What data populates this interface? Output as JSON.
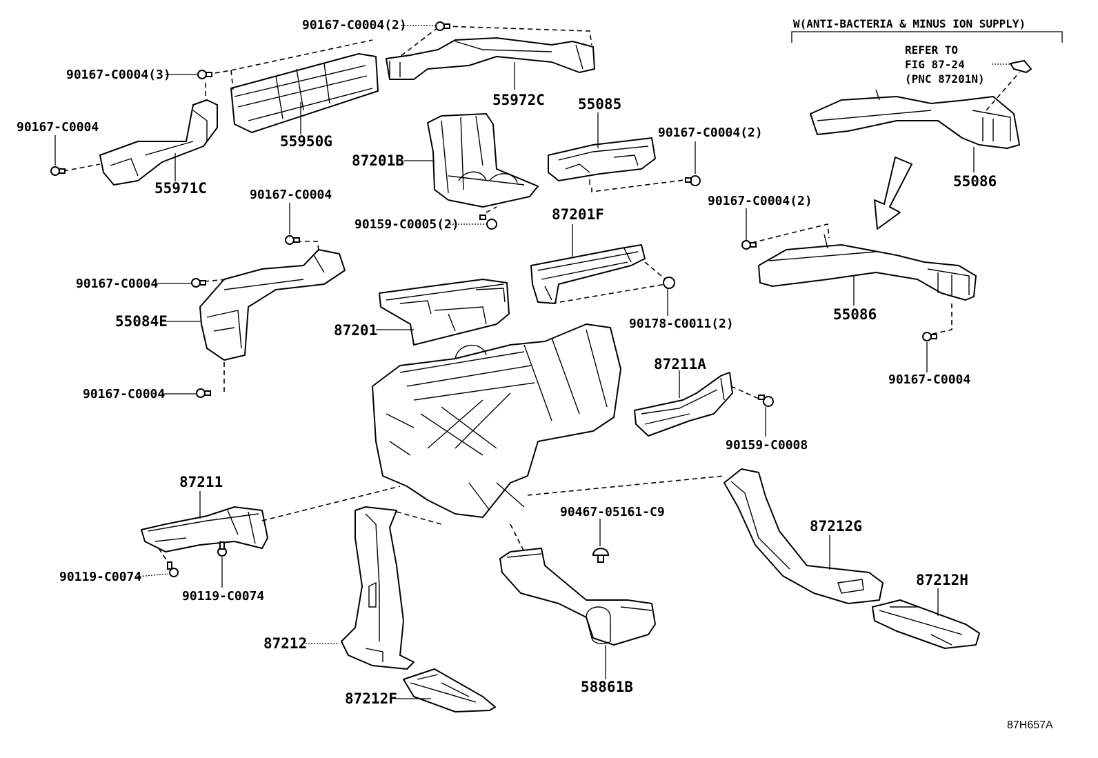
{
  "diagram_code": "87H657A",
  "note": {
    "header": "W(ANTI-BACTERIA & MINUS ION SUPPLY)",
    "refer_line1": "REFER TO",
    "refer_line2": "FIG 87-24",
    "refer_line3": "(PNC 87201N)"
  },
  "labels": {
    "p90167_c0004_2_top": "90167-C0004(2)",
    "p90167_c0004_3": "90167-C0004(3)",
    "p90167_c0004_a": "90167-C0004",
    "p55950g": "55950G",
    "p55971c": "55971C",
    "p55972c": "55972C",
    "p55085": "55085",
    "p87201b": "87201B",
    "p90167_c0004_2_mid": "90167-C0004(2)",
    "p90159_c0005": "90159-C0005(2)",
    "p87201f": "87201F",
    "p90167_c0004_b": "90167-C0004",
    "p90167_c0004_c": "90167-C0004",
    "p55084e": "55084E",
    "p87201": "87201",
    "p90178_c0011": "90178-C0011(2)",
    "p90167_c0004_d": "90167-C0004",
    "p55086_top": "55086",
    "p90167_c0004_2_right": "90167-C0004(2)",
    "p55086_mid": "55086",
    "p90167_c0004_e": "90167-C0004",
    "p87211a": "87211A",
    "p90159_c0008": "90159-C0008",
    "p87211": "87211",
    "p90119_c0074_a": "90119-C0074",
    "p90119_c0074_b": "90119-C0074",
    "p90467": "90467-05161-C9",
    "p87212g": "87212G",
    "p87212h": "87212H",
    "p87212": "87212",
    "p87212f": "87212F",
    "p58861b": "58861B"
  }
}
